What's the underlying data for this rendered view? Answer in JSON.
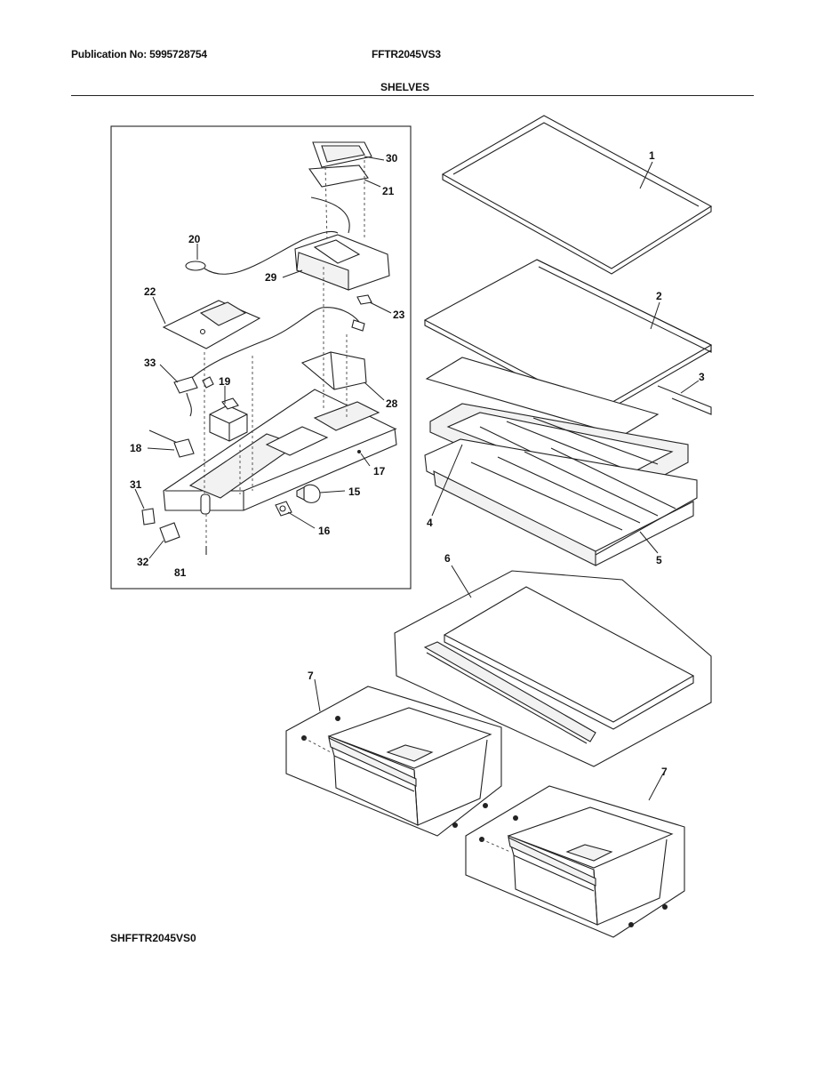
{
  "header": {
    "publication": "Publication No: 5995728754",
    "model": "FFTR2045VS3",
    "section_title": "SHELVES"
  },
  "footer": {
    "diagram_code": "SHFFTR2045VS0"
  },
  "callouts": {
    "c1": "1",
    "c2": "2",
    "c3": "3",
    "c4": "4",
    "c5": "5",
    "c6": "6",
    "c7a": "7",
    "c7b": "7",
    "c15": "15",
    "c16": "16",
    "c17": "17",
    "c18": "18",
    "c19": "19",
    "c20": "20",
    "c21": "21",
    "c22": "22",
    "c23": "23",
    "c28": "28",
    "c29": "29",
    "c30": "30",
    "c31": "31",
    "c32": "32",
    "c33": "33",
    "c81": "81"
  }
}
